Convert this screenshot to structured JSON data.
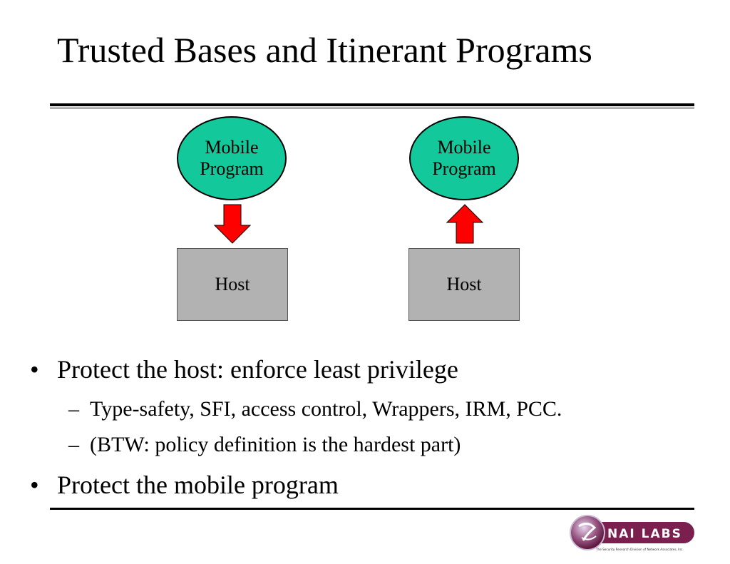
{
  "slide": {
    "title": "Trusted Bases and Itinerant Programs"
  },
  "diagram": {
    "left": {
      "program_label": "Mobile\nProgram",
      "host_label": "Host",
      "arrow_direction": "down"
    },
    "right": {
      "program_label": "Mobile\nProgram",
      "host_label": "Host",
      "arrow_direction": "up"
    },
    "colors": {
      "ellipse_fill": "#13c99b",
      "host_fill": "#b2b2b2",
      "arrow_fill": "#ff0000"
    }
  },
  "bullets": [
    {
      "marker": "•",
      "text": "Protect the host: enforce least privilege"
    },
    {
      "marker": "–",
      "text": "Type-safety, SFI, access control, Wrappers, IRM, PCC."
    },
    {
      "marker": "–",
      "text": "(BTW: policy definition is the hardest part)"
    },
    {
      "marker": "•",
      "text": "Protect the mobile program"
    }
  ],
  "logo": {
    "name": "NAI LABS",
    "tagline": "The Security Research Division of Network Associates, Inc.",
    "colors": {
      "primary": "#7a1f4e",
      "ring": "#c9b8d6"
    }
  }
}
